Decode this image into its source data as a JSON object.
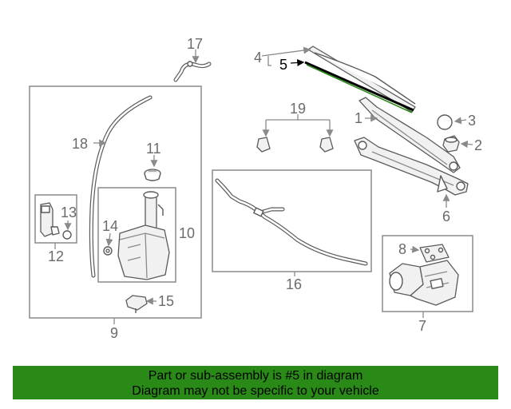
{
  "diagram": {
    "callouts": {
      "c1": "1",
      "c2": "2",
      "c3": "3",
      "c4": "4",
      "c5": "5",
      "c6": "6",
      "c7": "7",
      "c8": "8",
      "c9": "9",
      "c10": "10",
      "c11": "11",
      "c12": "12",
      "c13": "13",
      "c14": "14",
      "c15": "15",
      "c16": "16",
      "c17": "17",
      "c18": "18",
      "c19": "19"
    },
    "highlighted_part": "5",
    "colors": {
      "banner": "#2a8a18",
      "highlight": "#000000",
      "linework": "#5a5a5a"
    }
  },
  "banner": {
    "line1": "Part or sub-assembly is #5 in diagram",
    "line2": "Diagram may not be specific to your vehicle"
  }
}
